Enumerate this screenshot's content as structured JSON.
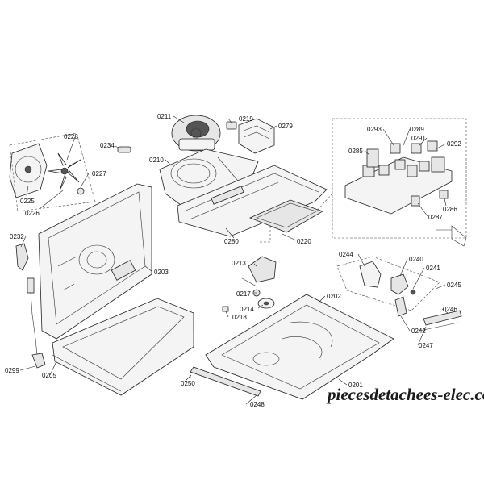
{
  "labels": {
    "p0211": "0211",
    "p0219": "0219",
    "p0279": "0279",
    "p0293": "0293",
    "p0289": "0289",
    "p0291": "0291",
    "p0292": "0292",
    "p0285": "0285",
    "p0286": "0286",
    "p0287": "0287",
    "p0228": "0228",
    "p0234": "0234",
    "p0210": "0210",
    "p0227": "0227",
    "p0225": "0225",
    "p0226": "0226",
    "p0232": "0232",
    "p0280": "0280",
    "p0220": "0220",
    "p0203": "0203",
    "p0213": "0213",
    "p0244": "0244",
    "p0240": "0240",
    "p0241": "0241",
    "p0245": "0245",
    "p0217": "0217",
    "p0214": "0214",
    "p0202": "0202",
    "p0218": "0218",
    "p0246": "0246",
    "p0242": "0242",
    "p0247": "0247",
    "p0299": "0299",
    "p0205": "0205",
    "p0250": "0250",
    "p0201": "0201",
    "p0248": "0248"
  },
  "watermark": "piecesdetachees-elec.com"
}
